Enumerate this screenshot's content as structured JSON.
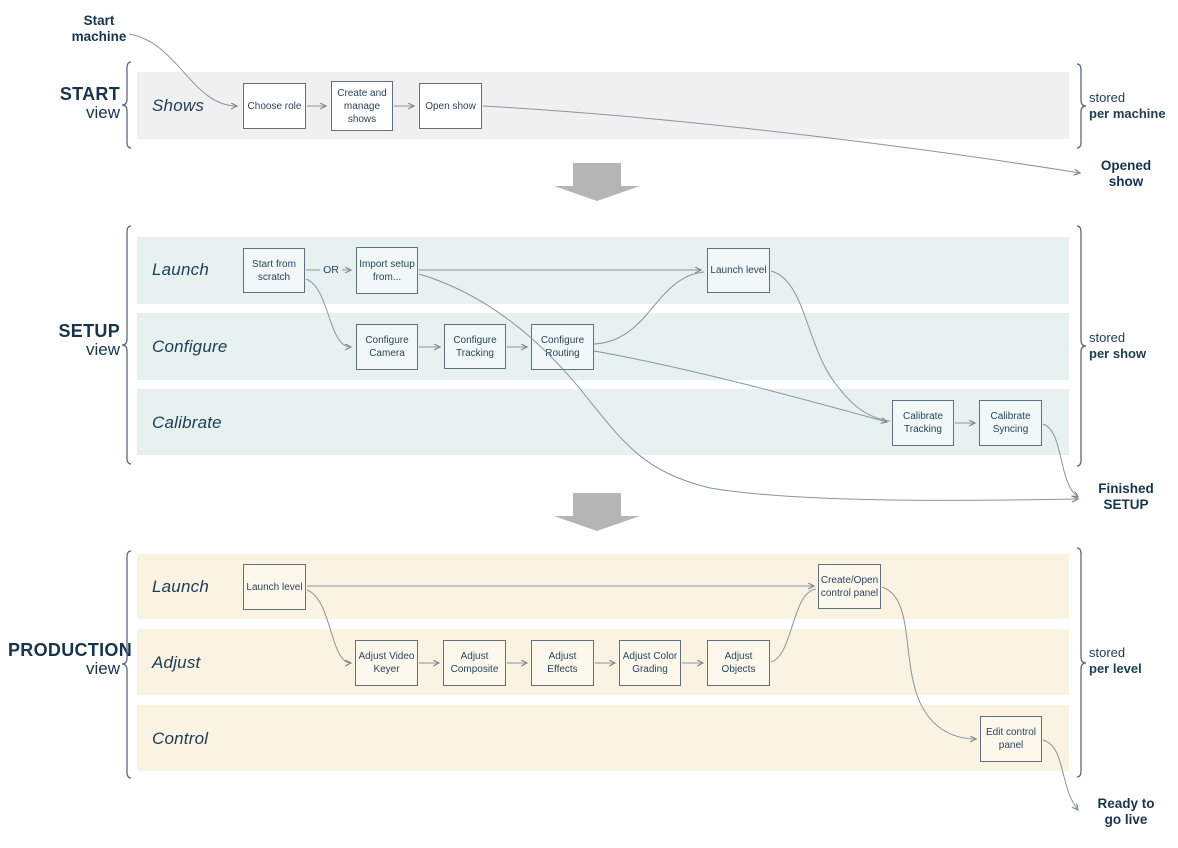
{
  "colors": {
    "text_navy": "#1d3c55",
    "connector_line": "#8795a1",
    "node_border": "#60707f",
    "bracket": "#5a6b7c",
    "start_band": "#f0f0f0",
    "setup_band": "#e7f1f0",
    "production_band": "#fbf3e1",
    "start_node_fill": "#ffffff",
    "setup_node_fill": "#f1f8f7",
    "production_node_fill": "#fdf8ec",
    "transition_arrow": "#b5b5b5"
  },
  "flow_labels": {
    "start_machine": "Start\nmachine",
    "opened_show": "Opened\nshow",
    "finished_setup": "Finished\nSETUP",
    "ready_to_go_live": "Ready to\ngo live"
  },
  "sections": [
    {
      "name": "START",
      "view_word": "view",
      "stored_word": "stored",
      "stored_scope": "per machine",
      "lanes": [
        "Shows"
      ]
    },
    {
      "name": "SETUP",
      "view_word": "view",
      "stored_word": "stored",
      "stored_scope": "per show",
      "lanes": [
        "Launch",
        "Configure",
        "Calibrate"
      ]
    },
    {
      "name": "PRODUCTION",
      "view_word": "view",
      "stored_word": "stored",
      "stored_scope": "per level",
      "lanes": [
        "Launch",
        "Adjust",
        "Control"
      ]
    }
  ],
  "or_label": "OR",
  "nodes": {
    "choose_role": "Choose role",
    "create_manage_shows": "Create and manage shows",
    "open_show": "Open show",
    "start_from_scratch": "Start from scratch",
    "import_setup": "Import setup from...",
    "launch_level_setup": "Launch level",
    "configure_camera": "Configure Camera",
    "configure_tracking": "Configure Tracking",
    "configure_routing": "Configure Routing",
    "calibrate_tracking": "Calibrate Tracking",
    "calibrate_syncing": "Calibrate Syncing",
    "launch_level_production": "Launch level",
    "create_open_control_panel": "Create/Open control panel",
    "adjust_video_keyer": "Adjust Video Keyer",
    "adjust_composite": "Adjust Composite",
    "adjust_effects": "Adjust Effects",
    "adjust_color_grading": "Adjust Color Grading",
    "adjust_objects": "Adjust Objects",
    "edit_control_panel": "Edit control panel"
  }
}
